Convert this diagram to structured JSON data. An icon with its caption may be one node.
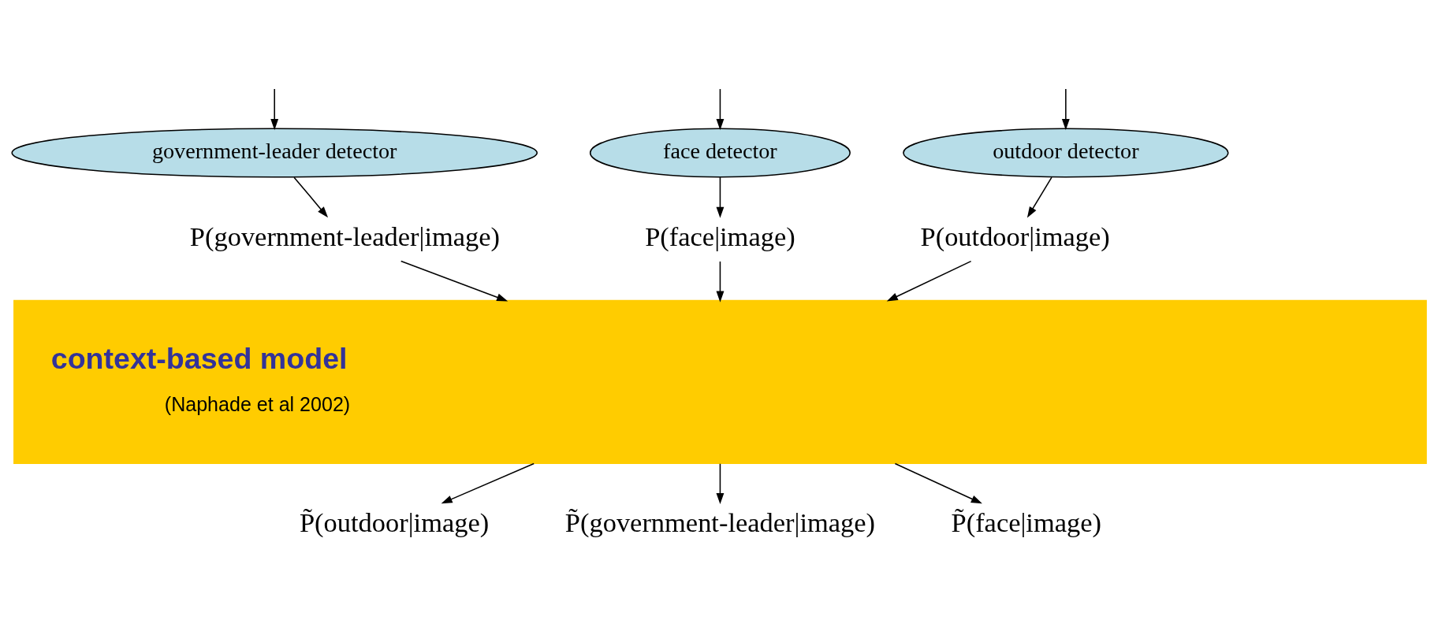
{
  "diagram": {
    "nodes": [
      {
        "text": [
          "outdoor detector"
        ]
      },
      {
        "text": [
          "government-leader detector"
        ]
      },
      {
        "text": [
          "face detector"
        ]
      },
      {
        "text": [
          "P(outdoor|image)"
        ]
      },
      {
        "text": [
          "P(government-leader|image)"
        ]
      },
      {
        "text": [
          "P(face|image)"
        ]
      },
      {
        "text": [
          "context-based model",
          "(Naphade et al 2002)"
        ]
      },
      {
        "text": [
          "P̃(outdoor|image)"
        ]
      },
      {
        "text": [
          "P̃(government-leader|image)"
        ]
      },
      {
        "text": [
          "P̃(face|image)"
        ]
      }
    ],
    "edges": [
      {
        "from": null,
        "to": 0,
        "arrow": "to"
      },
      {
        "from": null,
        "to": 1,
        "arrow": "to"
      },
      {
        "from": null,
        "to": 2,
        "arrow": "to"
      },
      {
        "from": 0,
        "to": 3,
        "arrow": "to"
      },
      {
        "from": 1,
        "to": 4,
        "arrow": "to"
      },
      {
        "from": 2,
        "to": 5,
        "arrow": "to"
      },
      {
        "from": 3,
        "to": 6,
        "arrow": "to"
      },
      {
        "from": 4,
        "to": 6,
        "arrow": "to"
      },
      {
        "from": 5,
        "to": 6,
        "arrow": "to"
      },
      {
        "from": 6,
        "to": 7,
        "arrow": "to"
      },
      {
        "from": 6,
        "to": 8,
        "arrow": "to"
      },
      {
        "from": 6,
        "to": 9,
        "arrow": "to"
      }
    ]
  }
}
